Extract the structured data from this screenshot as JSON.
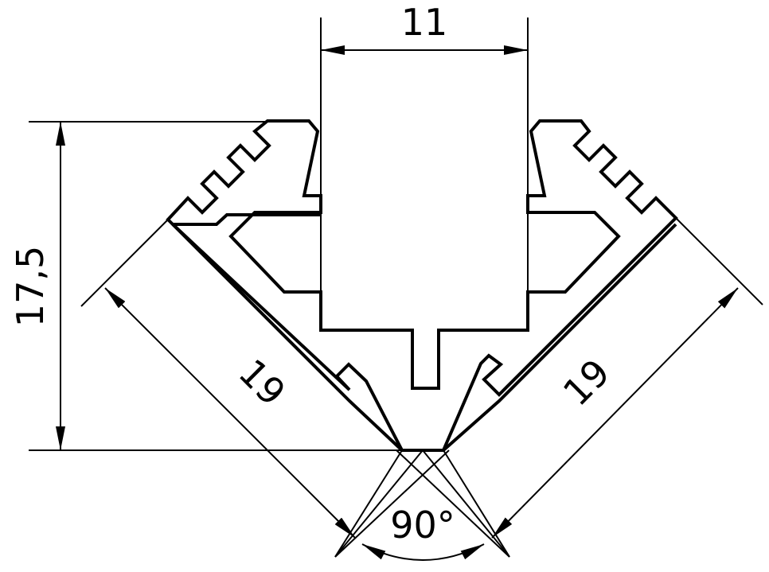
{
  "dimensions": {
    "top_width": "11",
    "height": "17,5",
    "left_side": "19",
    "right_side": "19",
    "angle": "90°"
  },
  "colors": {
    "line": "#000000",
    "background": "#ffffff"
  }
}
